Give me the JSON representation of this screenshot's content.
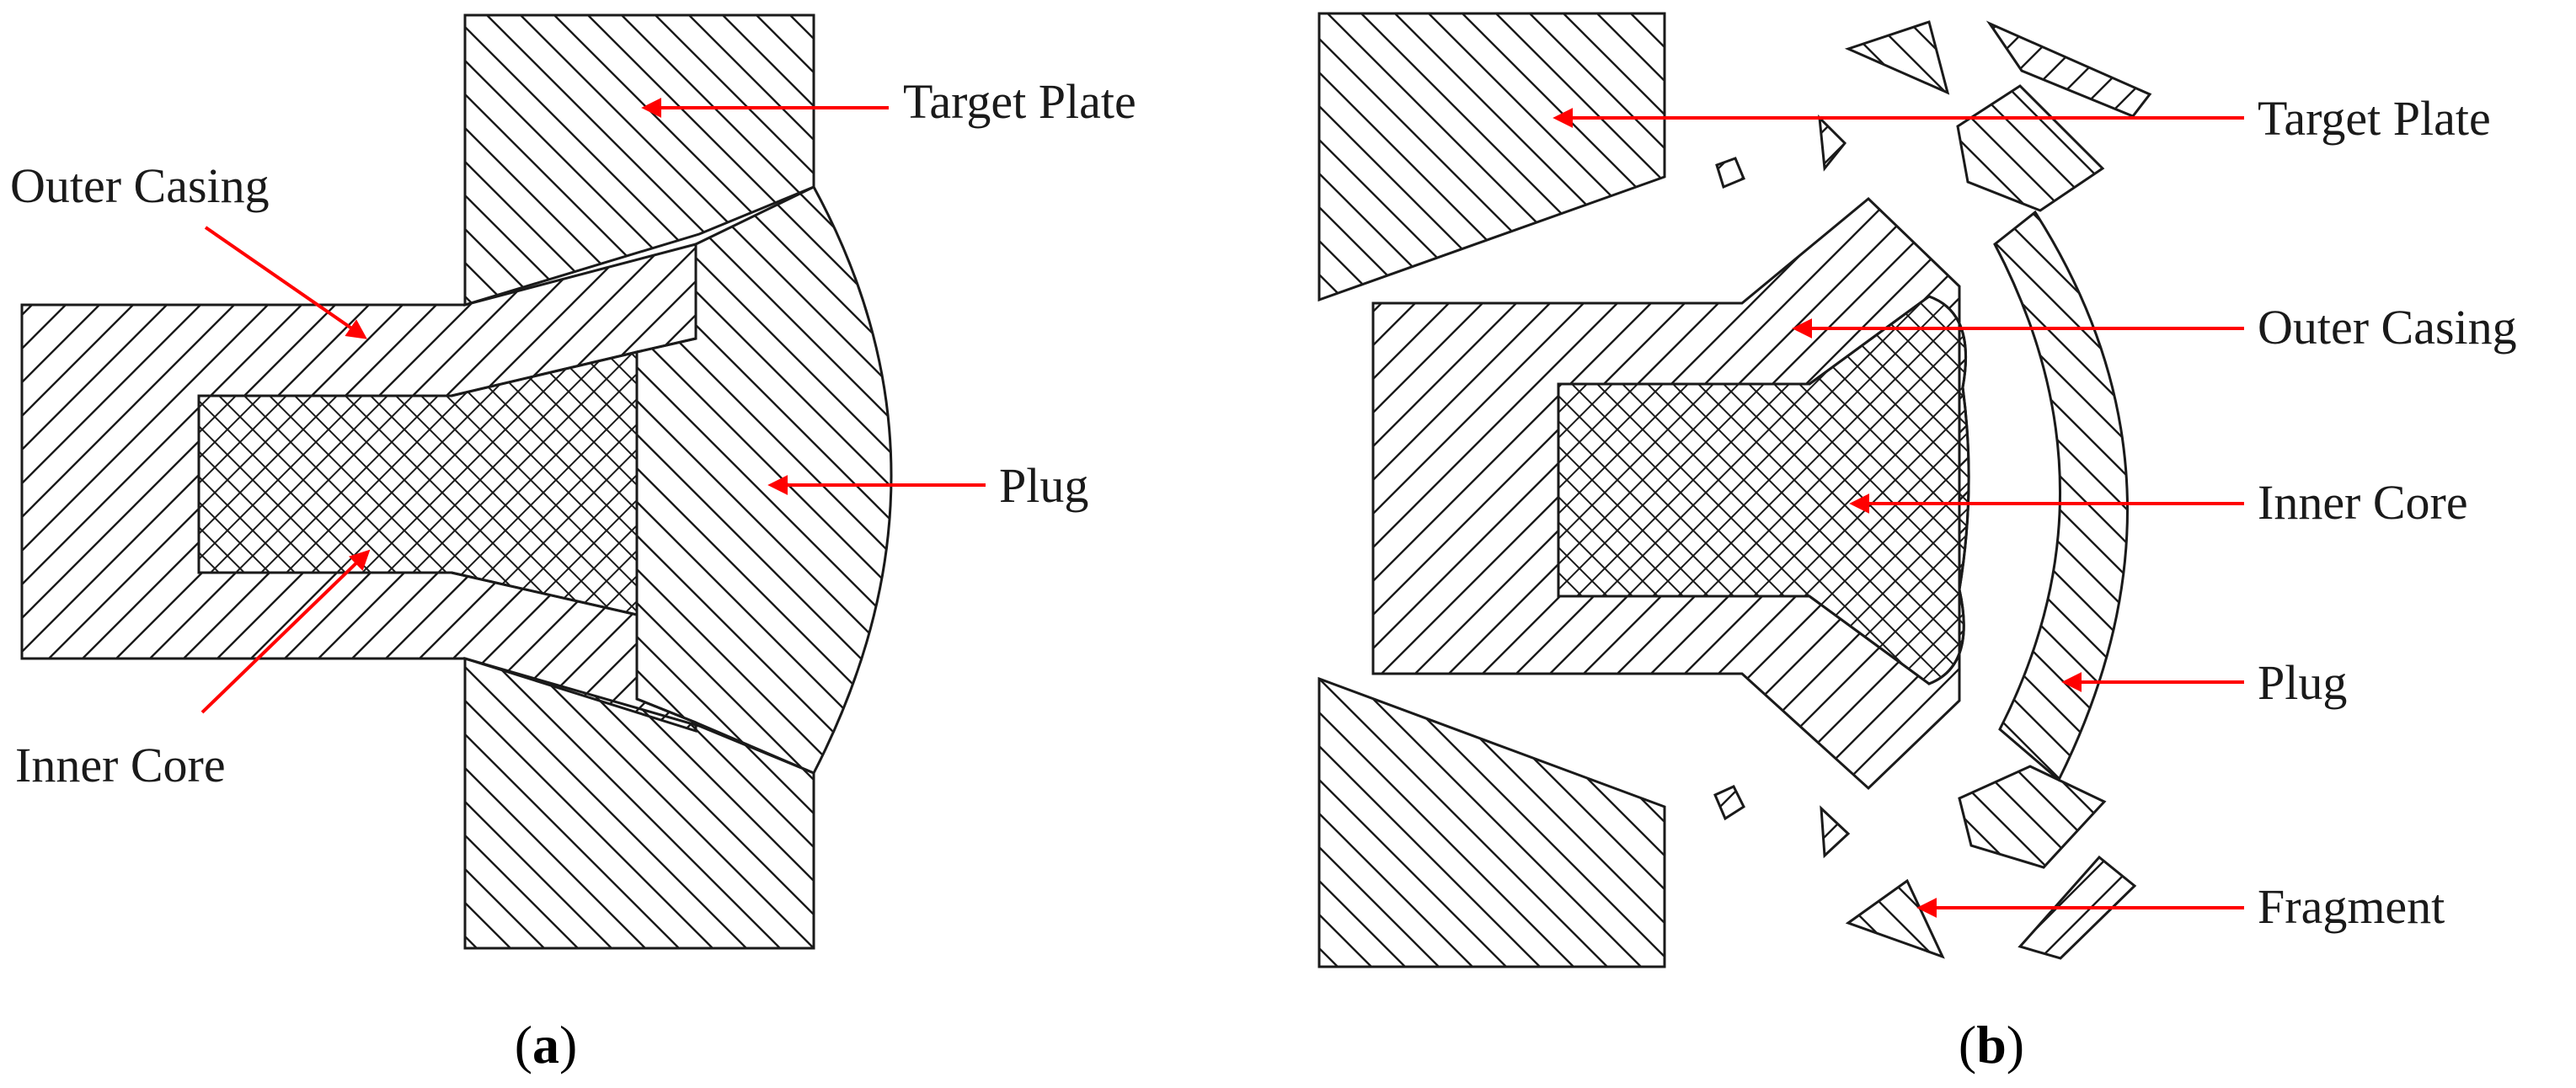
{
  "panel_a": {
    "caption_open": "(",
    "caption_letter": "a",
    "caption_close": ")",
    "labels": {
      "target_plate": "Target Plate",
      "outer_casing": "Outer Casing",
      "plug": "Plug",
      "inner_core": "Inner Core"
    }
  },
  "panel_b": {
    "caption_open": "(",
    "caption_letter": "b",
    "caption_close": ")",
    "labels": {
      "target_plate": "Target Plate",
      "outer_casing": "Outer Casing",
      "inner_core": "Inner Core",
      "plug": "Plug",
      "fragment": "Fragment"
    }
  },
  "colors": {
    "outline": "#1a1a1a",
    "arrow": "#ff0000",
    "hatch": "#1a1a1a"
  }
}
